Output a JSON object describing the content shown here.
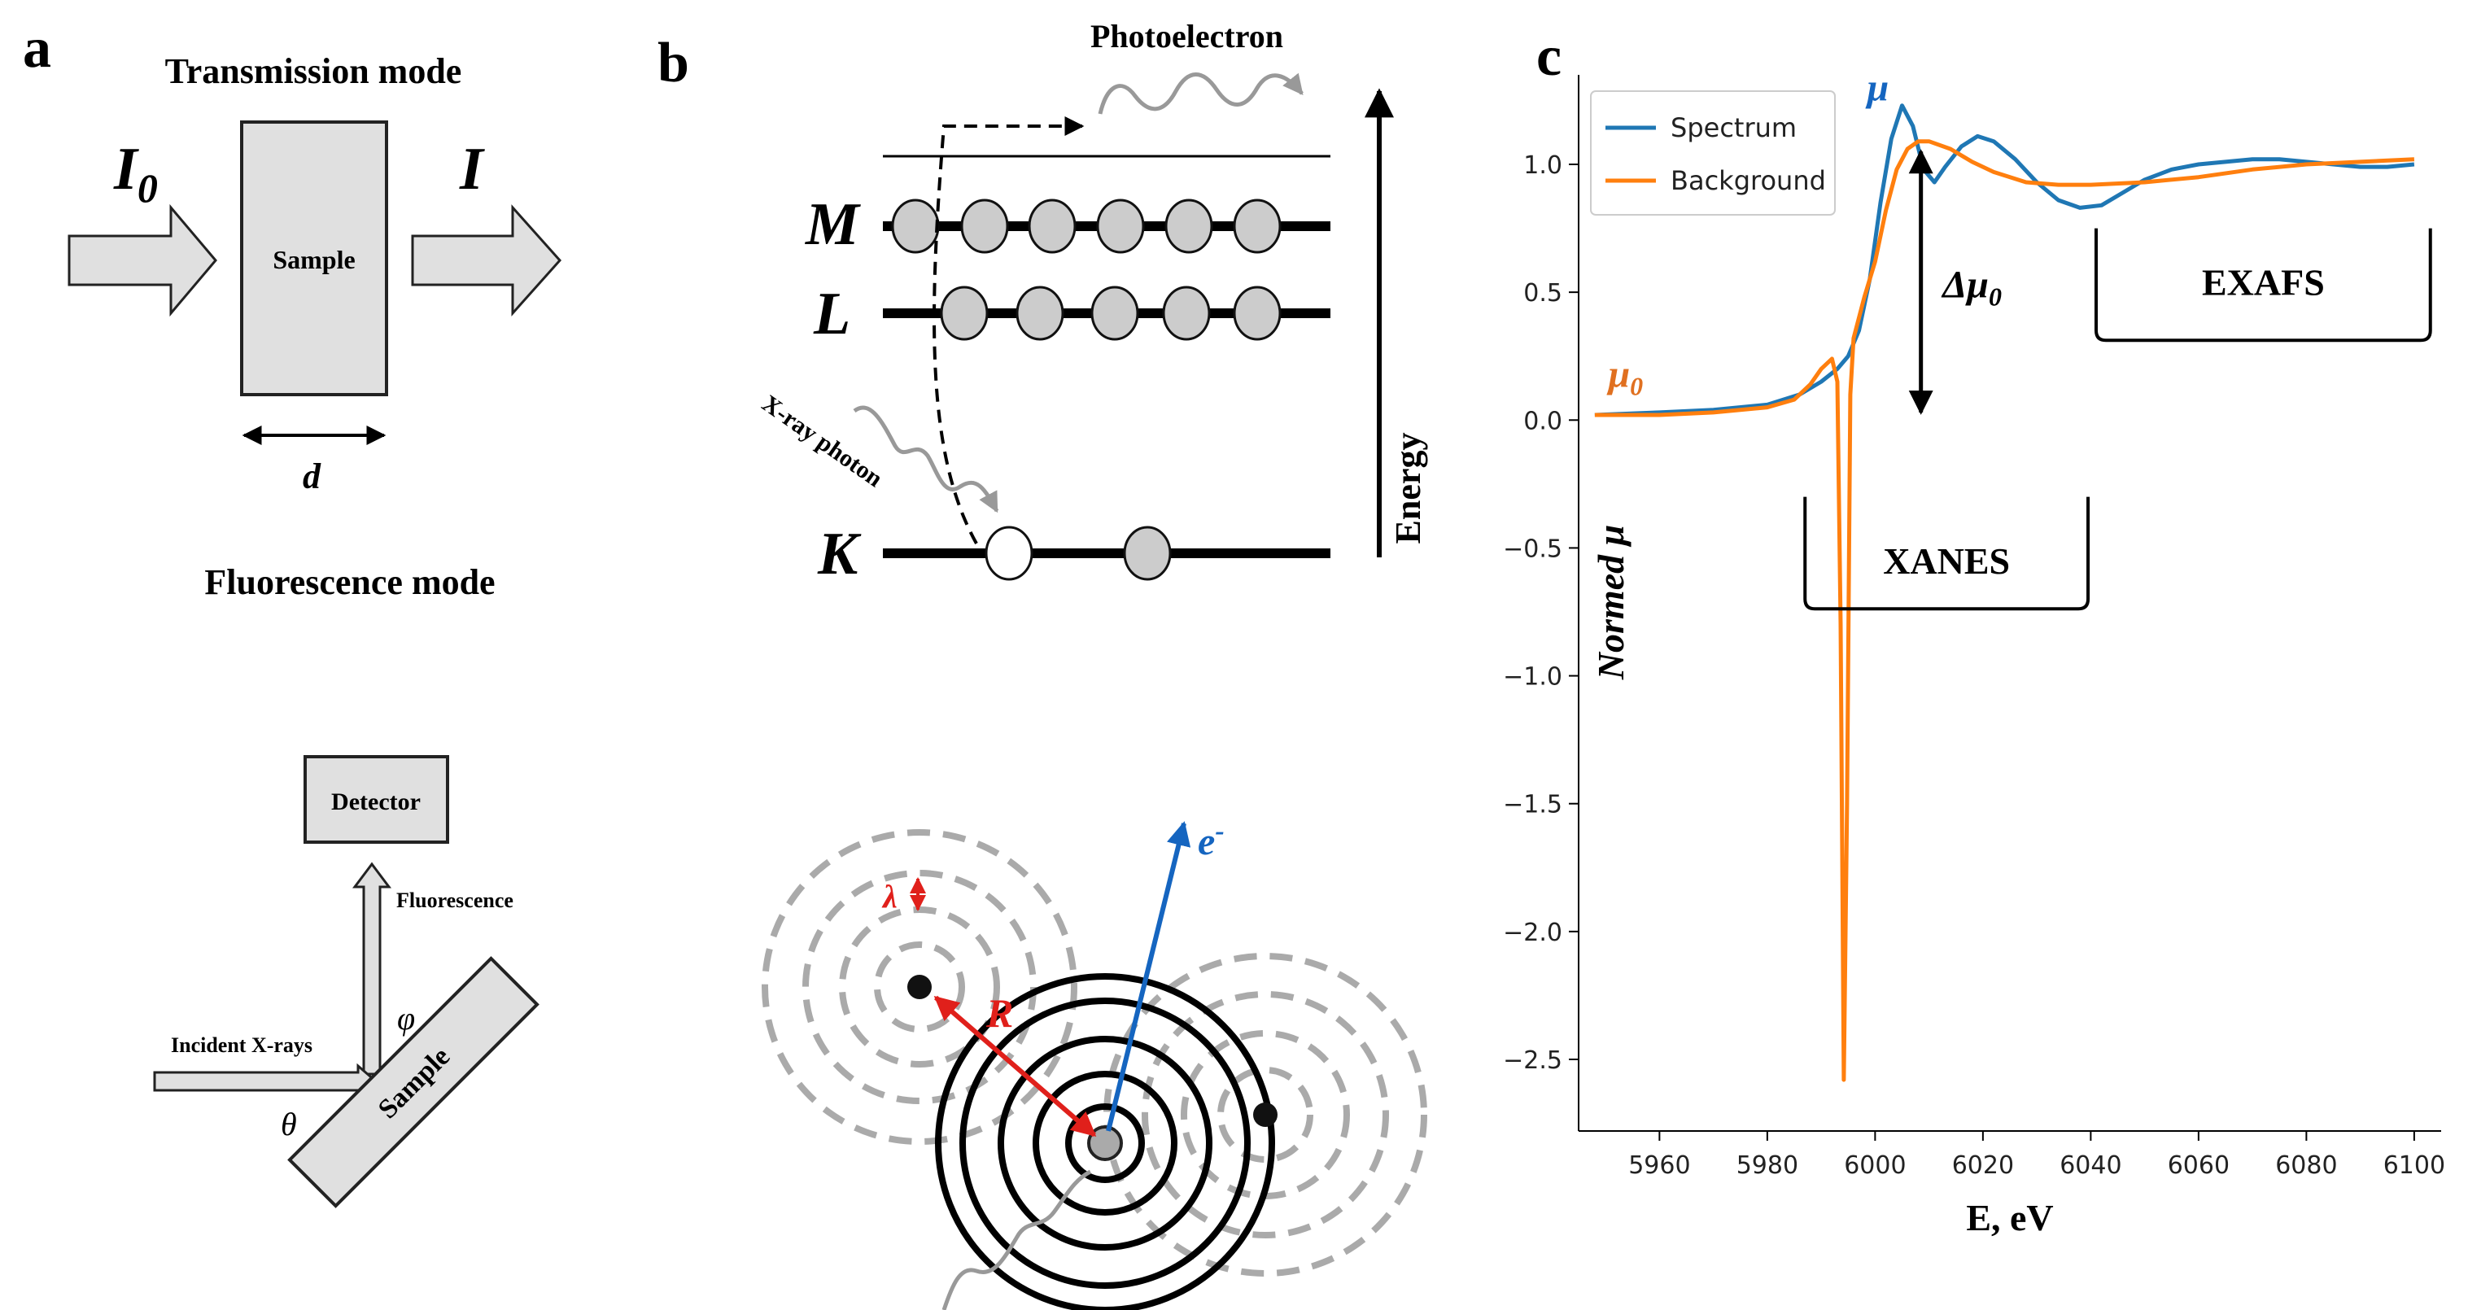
{
  "panels": {
    "a": {
      "letter": "a",
      "transmission": {
        "title": "Transmission mode",
        "incident_label": "I",
        "incident_sub": "0",
        "transmitted_label": "I",
        "sample_label": "Sample",
        "thickness_label": "d"
      },
      "fluorescence": {
        "title": "Fluorescence mode",
        "detector_label": "Detector",
        "fluorescence_label": "Fluorescence",
        "incident_label": "Incident X-rays",
        "sample_label": "Sample",
        "theta": "θ",
        "phi": "φ"
      }
    },
    "b": {
      "letter": "b",
      "photoelectron_label": "Photoelectron",
      "energy_label": "Energy",
      "xray_photon_label": "X-ray photon",
      "shells": [
        {
          "name": "M",
          "electrons": 6
        },
        {
          "name": "L",
          "electrons": 5
        },
        {
          "name": "K",
          "electrons": 2,
          "vacancy": 1
        }
      ],
      "scattering": {
        "wavelength_label": "λ",
        "distance_label": "R",
        "electron_label": "e",
        "electron_sup": "-"
      }
    },
    "c": {
      "letter": "c"
    }
  },
  "colors": {
    "spectrum": "#1f77b4",
    "background": "#ff7f0e",
    "red": "#e0201b",
    "blue": "#1565c0",
    "grey_dash": "#aaaaaa",
    "electron_fill": "#cccccc"
  },
  "chart_data": {
    "type": "line",
    "xlabel": "E, eV",
    "ylabel": "Normed μ",
    "xlim": [
      5945,
      6105
    ],
    "ylim": [
      -2.78,
      1.35
    ],
    "xticks": [
      5960,
      5980,
      6000,
      6020,
      6040,
      6060,
      6080,
      6100
    ],
    "yticks": [
      1.0,
      0.5,
      0.0,
      -0.5,
      -1.0,
      -1.5,
      -2.0,
      -2.5
    ],
    "ytick_labels": [
      "1.0",
      "0.5",
      "0.0",
      "−0.5",
      "−1.0",
      "−1.5",
      "−2.0",
      "−2.5"
    ],
    "legend_position": "top-left",
    "grid": false,
    "series": [
      {
        "name": "Spectrum",
        "color": "#1f77b4",
        "x": [
          5948,
          5960,
          5970,
          5980,
          5986,
          5990,
          5993,
          5995,
          5997,
          5999,
          6001,
          6003,
          6005,
          6007,
          6009,
          6011,
          6013,
          6016,
          6019,
          6022,
          6026,
          6030,
          6034,
          6038,
          6042,
          6046,
          6050,
          6055,
          6060,
          6065,
          6070,
          6075,
          6080,
          6085,
          6090,
          6095,
          6100
        ],
        "y": [
          0.02,
          0.03,
          0.04,
          0.06,
          0.1,
          0.15,
          0.2,
          0.25,
          0.35,
          0.55,
          0.85,
          1.1,
          1.23,
          1.15,
          0.98,
          0.93,
          0.99,
          1.07,
          1.11,
          1.09,
          1.02,
          0.93,
          0.86,
          0.83,
          0.84,
          0.89,
          0.94,
          0.98,
          1.0,
          1.01,
          1.02,
          1.02,
          1.01,
          1.0,
          0.99,
          0.99,
          1.0
        ]
      },
      {
        "name": "Background",
        "color": "#ff7f0e",
        "x": [
          5948,
          5960,
          5970,
          5980,
          5985,
          5988,
          5990,
          5992,
          5993,
          5993.6,
          5994.2,
          5994.8,
          5995.4,
          5996,
          5997,
          5998,
          6000,
          6002,
          6004,
          6006,
          6008,
          6010,
          6014,
          6018,
          6022,
          6028,
          6034,
          6040,
          6050,
          6060,
          6070,
          6080,
          6090,
          6100
        ],
        "y": [
          0.02,
          0.02,
          0.03,
          0.05,
          0.08,
          0.14,
          0.2,
          0.24,
          0.15,
          -0.8,
          -2.58,
          -1.5,
          0.1,
          0.32,
          0.4,
          0.48,
          0.62,
          0.82,
          0.98,
          1.06,
          1.09,
          1.09,
          1.06,
          1.01,
          0.97,
          0.93,
          0.92,
          0.92,
          0.93,
          0.95,
          0.98,
          1.0,
          1.01,
          1.02
        ]
      }
    ],
    "annotations": {
      "mu": "μ",
      "mu0": "μ",
      "mu0_sub": "0",
      "delta_mu0": "Δμ",
      "delta_mu0_sub": "0",
      "xanes": "XANES",
      "exafs": "EXAFS"
    }
  }
}
